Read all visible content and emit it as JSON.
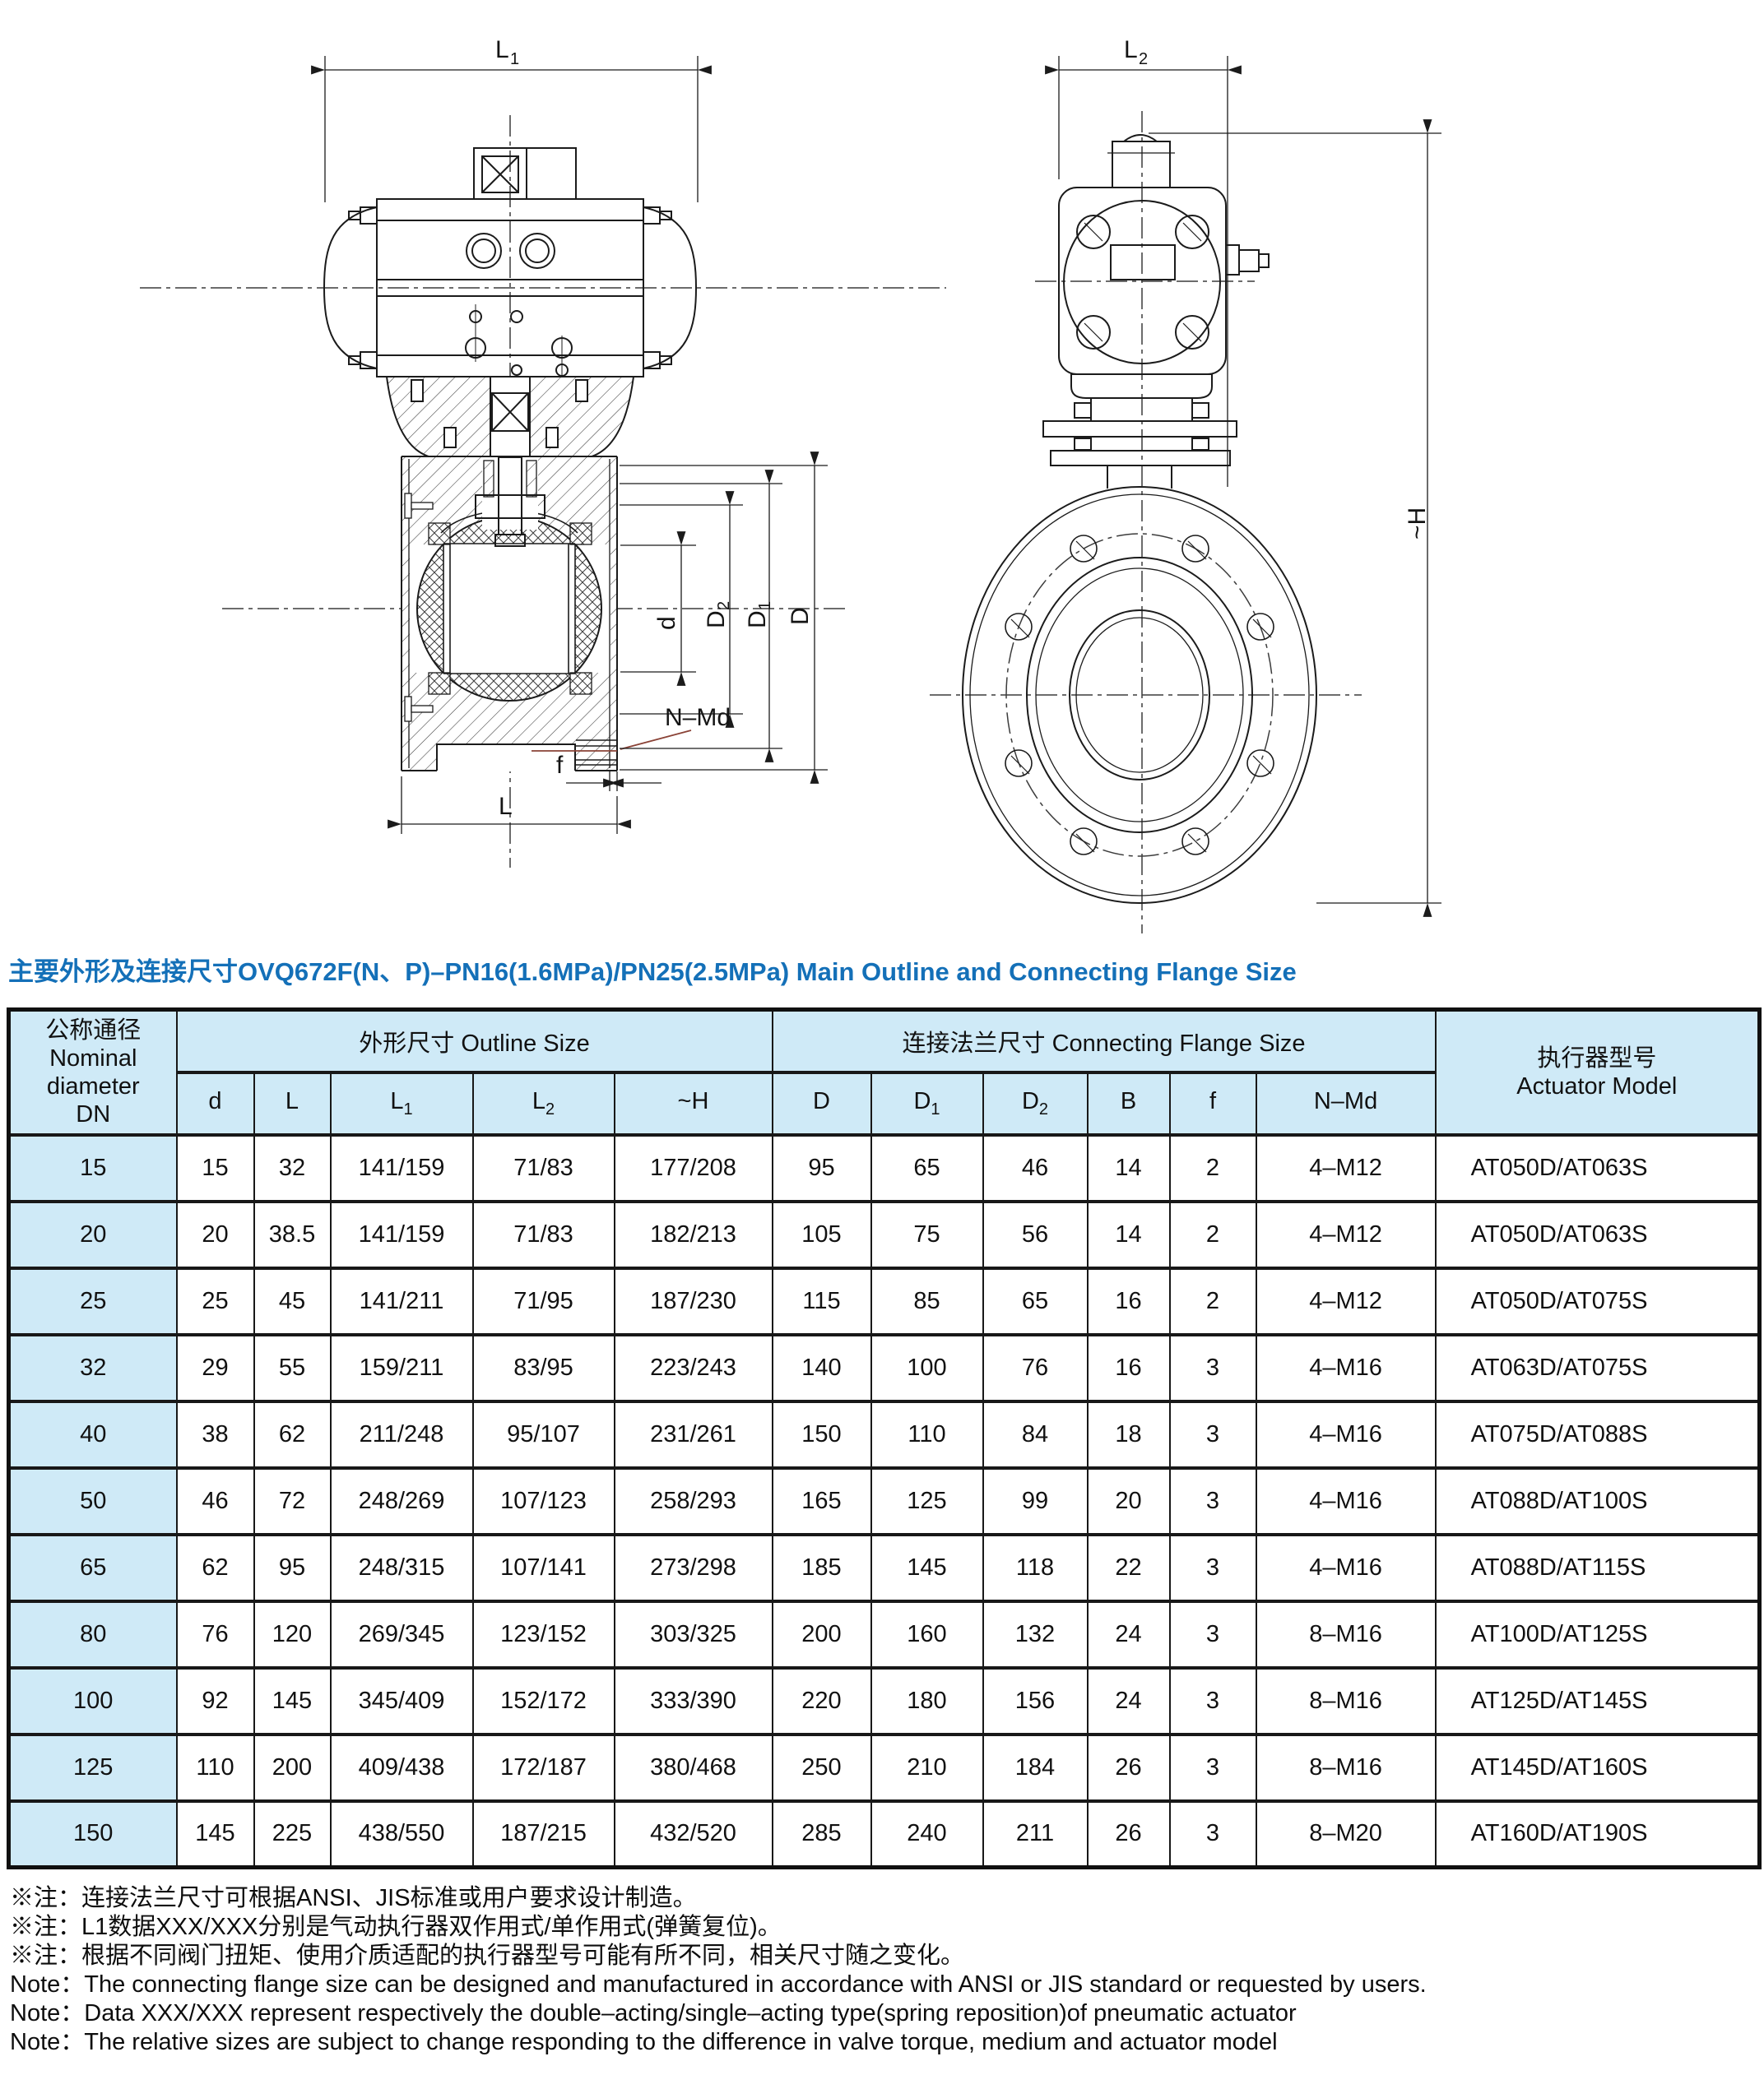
{
  "title": "主要外形及连接尺寸OVQ672F(N、P)–PN16(1.6MPa)/PN25(2.5MPa) Main Outline and Connecting Flange Size",
  "table": {
    "nominal_lines": [
      "公称通径",
      "Nominal",
      "diameter",
      "DN"
    ],
    "group_outline": "外形尺寸 Outline Size",
    "group_flange": "连接法兰尺寸 Connecting Flange Size",
    "actuator_lines": [
      "执行器型号",
      "Actuator Model"
    ],
    "sub_headers": [
      {
        "b": "d",
        "s": ""
      },
      {
        "b": "L",
        "s": ""
      },
      {
        "b": "L",
        "s": "1"
      },
      {
        "b": "L",
        "s": "2"
      },
      {
        "b": "~H",
        "s": ""
      },
      {
        "b": "D",
        "s": ""
      },
      {
        "b": "D",
        "s": "1"
      },
      {
        "b": "D",
        "s": "2"
      },
      {
        "b": "B",
        "s": ""
      },
      {
        "b": "f",
        "s": ""
      },
      {
        "b": "N–Md",
        "s": ""
      }
    ],
    "rows": [
      [
        "15",
        "15",
        "32",
        "141/159",
        "71/83",
        "177/208",
        "95",
        "65",
        "46",
        "14",
        "2",
        "4–M12",
        "AT050D/AT063S"
      ],
      [
        "20",
        "20",
        "38.5",
        "141/159",
        "71/83",
        "182/213",
        "105",
        "75",
        "56",
        "14",
        "2",
        "4–M12",
        "AT050D/AT063S"
      ],
      [
        "25",
        "25",
        "45",
        "141/211",
        "71/95",
        "187/230",
        "115",
        "85",
        "65",
        "16",
        "2",
        "4–M12",
        "AT050D/AT075S"
      ],
      [
        "32",
        "29",
        "55",
        "159/211",
        "83/95",
        "223/243",
        "140",
        "100",
        "76",
        "16",
        "3",
        "4–M16",
        "AT063D/AT075S"
      ],
      [
        "40",
        "38",
        "62",
        "211/248",
        "95/107",
        "231/261",
        "150",
        "110",
        "84",
        "18",
        "3",
        "4–M16",
        "AT075D/AT088S"
      ],
      [
        "50",
        "46",
        "72",
        "248/269",
        "107/123",
        "258/293",
        "165",
        "125",
        "99",
        "20",
        "3",
        "4–M16",
        "AT088D/AT100S"
      ],
      [
        "65",
        "62",
        "95",
        "248/315",
        "107/141",
        "273/298",
        "185",
        "145",
        "118",
        "22",
        "3",
        "4–M16",
        "AT088D/AT115S"
      ],
      [
        "80",
        "76",
        "120",
        "269/345",
        "123/152",
        "303/325",
        "200",
        "160",
        "132",
        "24",
        "3",
        "8–M16",
        "AT100D/AT125S"
      ],
      [
        "100",
        "92",
        "145",
        "345/409",
        "152/172",
        "333/390",
        "220",
        "180",
        "156",
        "24",
        "3",
        "8–M16",
        "AT125D/AT145S"
      ],
      [
        "125",
        "110",
        "200",
        "409/438",
        "172/187",
        "380/468",
        "250",
        "210",
        "184",
        "26",
        "3",
        "8–M16",
        "AT145D/AT160S"
      ],
      [
        "150",
        "145",
        "225",
        "438/550",
        "187/215",
        "432/520",
        "285",
        "240",
        "211",
        "26",
        "3",
        "8–M20",
        "AT160D/AT190S"
      ]
    ]
  },
  "notes": [
    "※注：连接法兰尺寸可根据ANSI、JIS标准或用户要求设计制造。",
    "※注：L1数据XXX/XXX分别是气动执行器双作用式/单作用式(弹簧复位)。",
    "※注：根据不同阀门扭矩、使用介质适配的执行器型号可能有所不同，相关尺寸随之变化。",
    "Note：The connecting flange size can be designed and manufactured in accordance with ANSI or JIS standard or requested by users.",
    "Note：Data XXX/XXX represent respectively the double–acting/single–acting type(spring reposition)of pneumatic actuator",
    "Note：The relative sizes are subject to change responding to the difference in valve torque, medium and actuator model"
  ],
  "drawing": {
    "labels": {
      "l1": {
        "b": "L",
        "s": "1"
      },
      "l2": {
        "b": "L",
        "s": "2"
      },
      "h": "~H",
      "d": "d",
      "d2": {
        "b": "D",
        "s": "2"
      },
      "d1": {
        "b": "D",
        "s": "1"
      },
      "bigd": "D",
      "nmd": "N–Md",
      "f": "f",
      "l": "L"
    }
  },
  "colors": {
    "title_blue": "#1470b8",
    "header_bg": "#cfeaf7",
    "line_dark": "#1b1b1b",
    "detail_maroon": "#8a4236"
  }
}
